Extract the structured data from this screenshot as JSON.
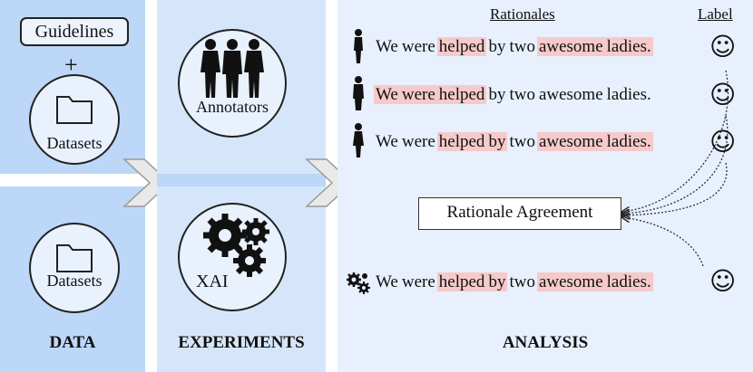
{
  "data": {
    "guidelines_label": "Guidelines",
    "plus": "+",
    "datasets_top": "Datasets",
    "datasets_bottom": "Datasets",
    "footer": "DATA"
  },
  "experiments": {
    "annotators_label": "Annotators",
    "xai_label": "XAI",
    "footer": "EXPERIMENTS"
  },
  "analysis": {
    "rationales_header": "Rationales",
    "label_header": "Label",
    "rows": [
      {
        "words": [
          "We",
          "were",
          "helped",
          "by",
          "two",
          "awesome",
          "ladies."
        ],
        "highlight": [
          false,
          false,
          true,
          false,
          false,
          true,
          true
        ]
      },
      {
        "words": [
          "We",
          "were",
          "helped",
          "by",
          "two",
          "awesome",
          "ladies."
        ],
        "highlight": [
          true,
          true,
          true,
          false,
          false,
          false,
          false
        ]
      },
      {
        "words": [
          "We",
          "were",
          "helped",
          "by",
          "two",
          "awesome",
          "ladies."
        ],
        "highlight": [
          false,
          false,
          true,
          true,
          false,
          true,
          true
        ]
      },
      {
        "words": [
          "We",
          "were",
          "helped",
          "by",
          "two",
          "awesome",
          "ladies."
        ],
        "highlight": [
          false,
          false,
          true,
          true,
          false,
          true,
          true
        ]
      }
    ],
    "label_symbol": "☺",
    "agreement_label": "Rationale Agreement",
    "footer": "ANALYSIS"
  },
  "colors": {
    "panel_dark": "#bcd7f7",
    "panel_light": "#d6e6fa",
    "panel_lighter": "#e7f0fc",
    "highlight": "#f6caca"
  },
  "icons": [
    "folder-icon",
    "annotators-silhouette-icon",
    "gears-icon",
    "person-icon",
    "smiley-icon",
    "chevron-arrow-icon"
  ]
}
